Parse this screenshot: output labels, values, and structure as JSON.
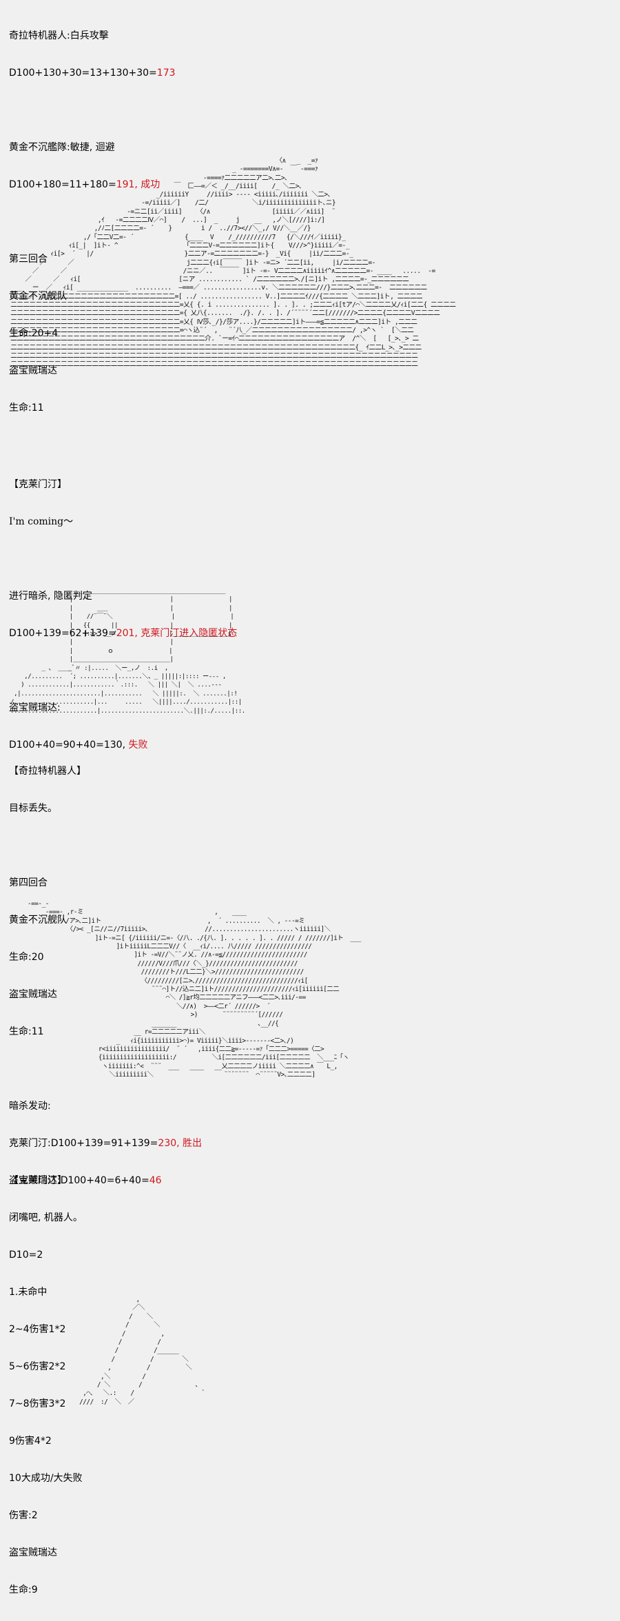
{
  "section1": {
    "robot_attack_label": "奇拉特机器人:白兵攻擊",
    "robot_attack_roll": "D100+130+30=13+130+30=",
    "robot_attack_result": "173",
    "fleet_dodge_label": "黄金不沉艦隊:敏捷, 迴避",
    "fleet_dodge_roll": "D100+180=11+180=",
    "fleet_dodge_result": "191, 成功"
  },
  "round3": {
    "title": "第三回合",
    "team1_name": "黄金不沉舰队",
    "team1_hp": "生命:20+4",
    "team2_name": "盗宝贼瑞达",
    "team2_hp": "生命:11"
  },
  "ascii_art_1": {
    "name": "warship-aa",
    "lines": [
      "                                                                          〈∧   _  _=ｧ",
      "                                                              _ -=======V∧=-  ￣ -===ｧ",
      "                                                      -====ｧ二二二二二ア二>､二>､",
      "                                              ￣  匚――=／＜ _/__/iiii[    /_ ＼二>､",
      "                                         _/iiiiiiY     //iiii> ---- <iiiii､/iiiiiii ＼二>､",
      "                                     -=/iiiii／]    /二/            ＼i/iiiiiiiiiiiiiiト､ニ}",
      "                                 -=ニ二[ii／iiii]    〈/∧                 [iiiii／／∧iii]  ¨",
      "                         ,ｲ   -=二二二二Ⅳ／⌒]    /  ...]  _     j    __   ,ノ＼[////]i:/]",
      "                        ,/ﾉ二[二二二二=- ´    }        i /  ..//7><//＼_,/ V//＼__／/}",
      "                     ,/「二二V二=- ´              {____  V    /_//////////7   {/＼///ｲ／iiiii}_",
      "                 ｨi[_|  ]iト- ^                  「二二二V-=二二二二二二]iト{    V///>^}iiiii／=-_",
      "            ｨi[>  ´   |/                         }二二ア-=二二二二二二二=-}  _Vi{     |ii/二二二=-_",
      "         ／      ／                               j二二二{ｨi[￣￣￣ ]iト -=ニ> ´二二[ii,     |i/二二二二=-",
      "       ／      ／                                /ニニ／..  ￣￣￣ ]iト -=- V二二二二∧iiiiiｲ^∧二二二二二=- ____   .....  -=",
      "     ／      ／   ｨi[                           [ニア ............ ` /二二二二二二>､/[ニ]iト ,二二二二=-_二二二二二二",
      " ___   ー  ／   ｨi[ ______________  ..........  ―===／ ................v. ＼二二二二二二///}二二二>､二二二=-  二二二二二二",
      " 二二二／ ｨi[二二二二二二二二二二二二二二二二二二二二=[ ../ ................. V..]二二二二ｲ///{二二二二 ＼二二二]iト, 二二二二",
      " 二二二二二二二二二二二二二二二二二二二二二二二二二二二=乂{ {. i ............... ]. . ]. . ;二二二ｨi[tア/⌒＼二二二二乂/ｨi[二二{ 二二二二",
      " 二二二二二二二二二二二二二二二二二二二二二二二二二二二={ 乂八{.......  ./}. /. . ]. /´¨¨¨¨´二二[///////>二二二二{二二二二V二二二二",
      " 二二二二二二二二二二二二二二二二二二二二二二二二二二二=乂{ Ⅳ莎､_/}/莎ア....}/二二二二二]iト―――=≦二二二二二∧二二二]iト ,二二二",
      " 二二二二二二二二二二二二二二二二二二二二二二二二二二二=⌒ヽ込¨´  ,   ¨´八_／二二二二二二二二二二二二二二二二/ ,>^ヽ `  [＼二二",
      " 二二二二二二二二二二二二二二二二二二二二二二二二二二二二二二二介. `ー=ｲ⌒二二二二二二二二二二二二二二二二ア  /^＼  [   [_>､_> 二",
      " 二二二二二二二二二二二二二二二二二二二二二二二二二二二二二二二二二二二二二二二二二二二二二二二二二二二二二二二{_ ｲ二二L_>､_>二二二",
      " 二二二二二二二二二二二二二二二二二二二二二二二二二二二二二二二二二二二二二二二二二二二二二二二二二二二二二二二二二二二二二二二二二",
      " 二二二二二二二二二二二二二二二二二二二二二二二二二二二二二二二二二二二二二二二二二二二二二二二二二二二二二二二二二二二二二二二二二"
    ]
  },
  "section2": {
    "speaker": "【克莱门汀】",
    "quote": "I'm coming〜",
    "assassinate_label": "进行暗杀, 隐匿判定",
    "assassinate_roll": "D100+139=62+139=",
    "assassinate_result": "201, 克莱门汀进入隐匿状态",
    "thief_label": "盗宝贼瑞达:",
    "thief_roll": "D100+40=90+40=130, ",
    "thief_result": "失败"
  },
  "ascii_art_2": {
    "name": "robot-screen-aa",
    "lines": [
      "                   ____________________________________________",
      "                  |                            |                |",
      "                  |       ___                  |                |",
      "                  |    //¨￣¨＼                 |                |",
      "                  |   {{      ||               |                |",
      "                  |   |:>>  __ノ               |________________|",
      "                  |                            |",
      "                  |          ｏ                |",
      "                  |____________________________|",
      "          _ 、 ____ﾞ〃 :|.....  ＼ー_,ノ  :.i  ,",
      "     ,/.........  ´; ..........|.......＼、_ |||||:|:::: ー--- ,",
      "    ) ............|............｀.:::.   ＼ ||| ＼|  ＼ ....---",
      "  ,|.......................|...........   ＼ |||||:.  ＼ .......|:!",
      " /.......................|...     .....   ＼||||..../...........|::|",
      " .........................|........................＼.|||:./.....|::."
    ]
  },
  "section3": {
    "speaker": "【奇拉特机器人】",
    "line": "目标丢失。"
  },
  "round4": {
    "title": "第四回合",
    "team1_name": "黄金不沉舰队",
    "team1_hp": "生命:20",
    "team2_name": "盗宝贼瑞达",
    "team2_hp": "生命:11",
    "assassinate_trigger": "暗杀发动:",
    "clem_roll": "克莱门汀:D100+139=91+139=",
    "clem_result": "230, 胜出",
    "thief_roll": "盗宝贼瑞达:D100+40=6+40=",
    "thief_result": "46"
  },
  "ascii_art_3": {
    "name": "battle-aa",
    "lines": [
      "-==-_-",
      "     -===- ,r-ミ                                     ,    ____",
      "       ￣  /ア>､二]iト                              ,  ´ ..........  ＼ , ---=ミ",
      "           〈/>< _[ニ//ニ//7iiiii>､                //.......................ヽiiiiii]＼",
      "                   ]iト-=ニ[ {/iiiiii/ニ=-〈/八. ./{八. ]. . . . . ]. . ///// / ///////]iト  ___",
      "                         ]iトiiiiiL二二二V//〈  __ｨi/.... 八///// ////////////////",
      "                              ]iト -=V//＼¨¨ノ乂. //∧-=≦////////////////////////",
      "                               //////V///爪///〈＼_}/////////////////////////",
      "                                ////////ト///L二二}＼>/////////////////////////",
      "                                〈/////////[ニ>､/////////////////////////////ｨi[",
      "                                   ¨¨¨⌒]ト//込ニ二]iト//////////////////////ｨi[iiiiii[二二",
      "                                       ⌒＼ /]≧r均二二二二二アニフ―――<二二>､iii/-==",
      "                                          ＼//∧)  >――<二r´ //////>  ´",
      "                                              >)       ¨¨¨¨¨¨¨¨¨´[//////",
      "                                   _______                       ､__//{",
      "                              __ r=二二二二二アiii＼",
      "                         _   ｨi{iiiiiiiiiii>⌒)= Viiiii}＼iiii>-------<二>､/)",
      "                    r<iiiiiiiiiiiiiiiii/  ¨ ´   ,iiii{二二≧=-----=ｧ「二二二>=====〈二>",
      "                    {iiiiiiiiiiiiiiiiiii:/          ＼i[二二二二二二/iii[二二二二二  ＼___ﾆ「ヽ",
      "                     ヽiiiiiii:^<  ¨¨¨  ___   ____   __乂二二二二ノiiiii ＼二二二二∧ ￣ L_,",
      "                       ＼iiiiiiiii＼                    ¨¨¨¨¨¨¨  ⌒¨¨¨¨¨V>､二二二二]"
    ]
  },
  "section4": {
    "speaker": "【克莱门汀】",
    "line": "闭嘴吧, 机器人。",
    "roll": "D10=2",
    "table": [
      "1.未命中",
      "2~4伤害1*2",
      "5~6伤害2*2",
      "7~8伤害3*2",
      "9伤害4*2",
      "10大成功/大失败"
    ],
    "damage": "伤害:2",
    "target_name": "盗宝贼瑞达",
    "target_hp": "生命:9"
  },
  "ascii_art_4": {
    "name": "blade-aa",
    "lines": [
      "                 ,",
      "                ／＼",
      "               /    ＼",
      "              /       ＼",
      "             /          ,",
      "            /          /",
      "           /          /______",
      "          /          /        ＼",
      "         ,          /          ＼",
      "       ,＼         /",
      "      / ＼        /               ､",
      "  ,⌒、  ＼.:    /                   `",
      " ////  :/  ＼  ／"
    ]
  },
  "colors": {
    "background": "#f0f0f0",
    "text": "#000000",
    "highlight": "#d0161d"
  }
}
